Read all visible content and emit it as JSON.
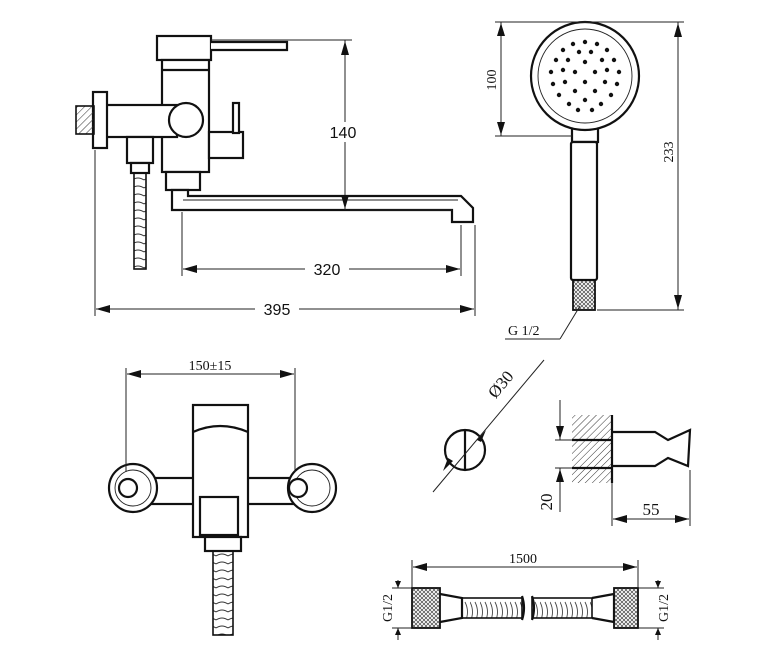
{
  "labels": {
    "dim_140": "140",
    "dim_320": "320",
    "dim_395": "395",
    "dim_100": "100",
    "dim_233": "233",
    "thread_handshower": "G 1/2",
    "dim_150": "150±15",
    "dim_d30": "Ø30",
    "dim_20": "20",
    "dim_55": "55",
    "dim_1500": "1500",
    "thread_hose_left": "G1/2",
    "thread_hose_right": "G1/2"
  },
  "colors": {
    "ink": "#111111",
    "background": "#ffffff"
  }
}
